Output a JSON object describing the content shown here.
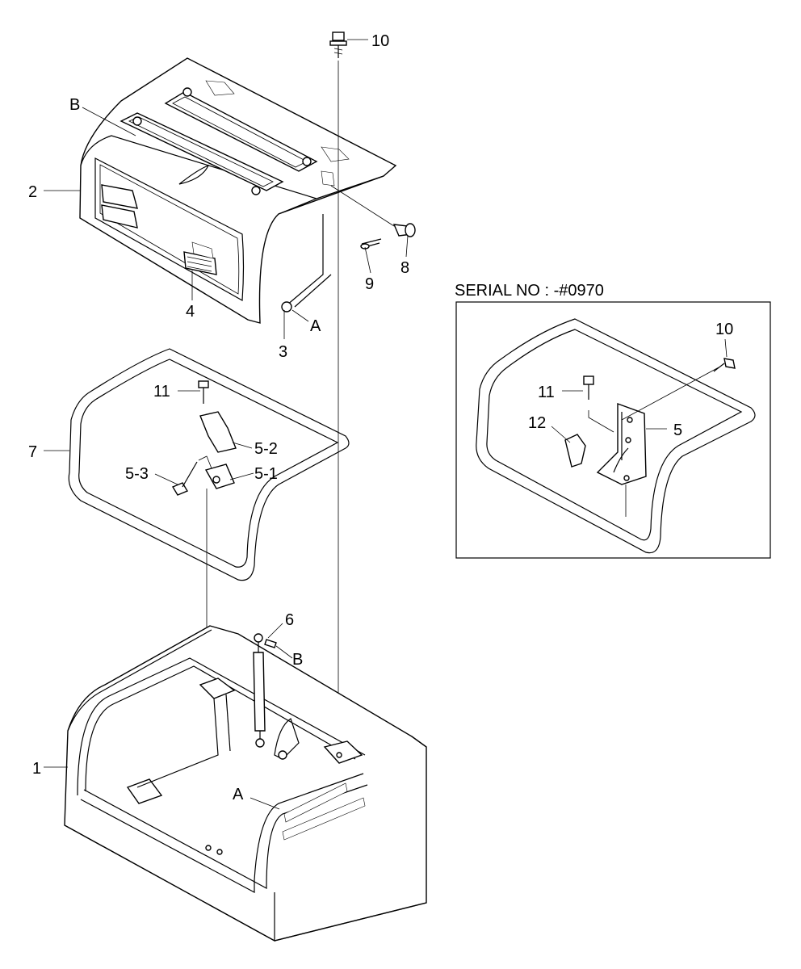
{
  "diagram": {
    "serial_title": "SERIAL NO : -#0970",
    "callouts": {
      "c1": "1",
      "c2": "2",
      "c3": "3",
      "c4": "4",
      "c5_1": "5-1",
      "c5_2": "5-2",
      "c5_3": "5-3",
      "c6": "6",
      "c7": "7",
      "c8": "8",
      "c9": "9",
      "c10": "10",
      "c11": "11",
      "cA_top": "A",
      "cA_bottom": "A",
      "cB_top": "B",
      "cB_bottom": "B"
    },
    "inset_callouts": {
      "c5": "5",
      "c10": "10",
      "c11": "11",
      "c12": "12"
    }
  }
}
